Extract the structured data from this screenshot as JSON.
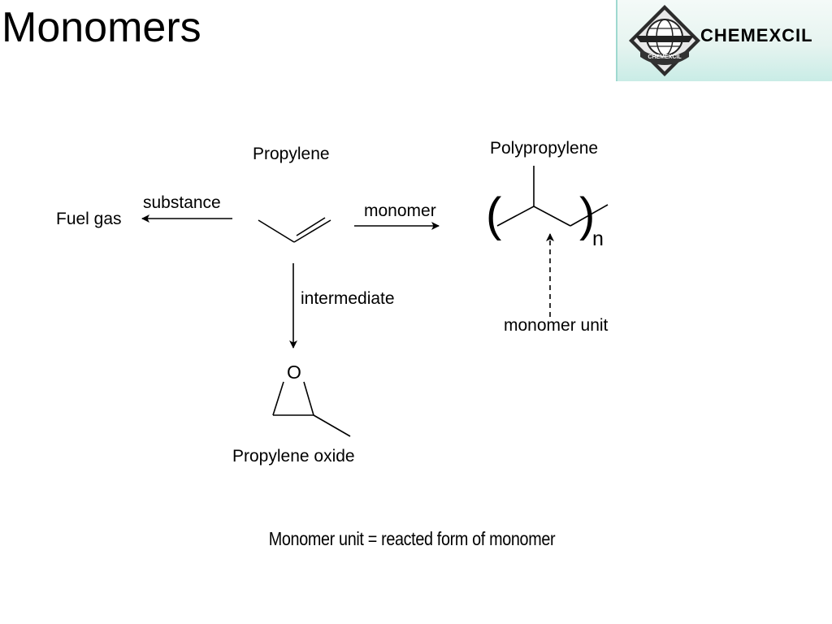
{
  "slide": {
    "title": "Monomers"
  },
  "logo": {
    "text": "CHEMEXCIL",
    "emblem_text": "CHEMEXCIL"
  },
  "labels": {
    "propylene": "Propylene",
    "polypropylene": "Polypropylene",
    "fuel_gas": "Fuel gas",
    "substance": "substance",
    "monomer": "monomer",
    "intermediate": "intermediate",
    "monomer_unit": "monomer unit",
    "propylene_oxide": "Propylene oxide",
    "oxygen_atom": "O",
    "repeat_n": "n",
    "left_paren": "(",
    "right_paren": ")"
  },
  "footnote": "Monomer unit = reacted form of monomer"
}
